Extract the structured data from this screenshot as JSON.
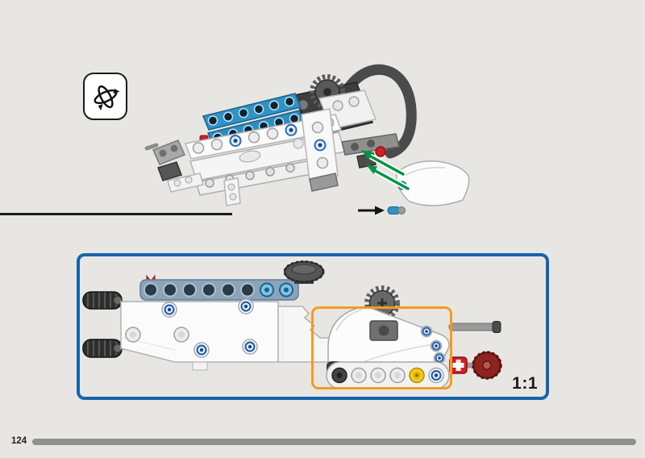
{
  "footer": {
    "page_number": "124"
  },
  "scale_panel": {
    "label": "1:1"
  },
  "icons": {
    "rotate": "rotate-model-icon",
    "insert_arrow": "black-right-arrow-icon",
    "guide_arrows": "green-guide-arrows"
  },
  "colors": {
    "background": "#e8e6e3",
    "frame_blue": "#1565ad",
    "highlight_orange": "#f59b1e",
    "arrow_green": "#00953f",
    "divider_black": "#1a1a1a",
    "progress_gray": "#8f8f8f",
    "brick_blue": "#2f93c6",
    "brick_red": "#d21f26",
    "brick_yellow": "#f5c816",
    "knob_dark_red": "#8e2420"
  }
}
